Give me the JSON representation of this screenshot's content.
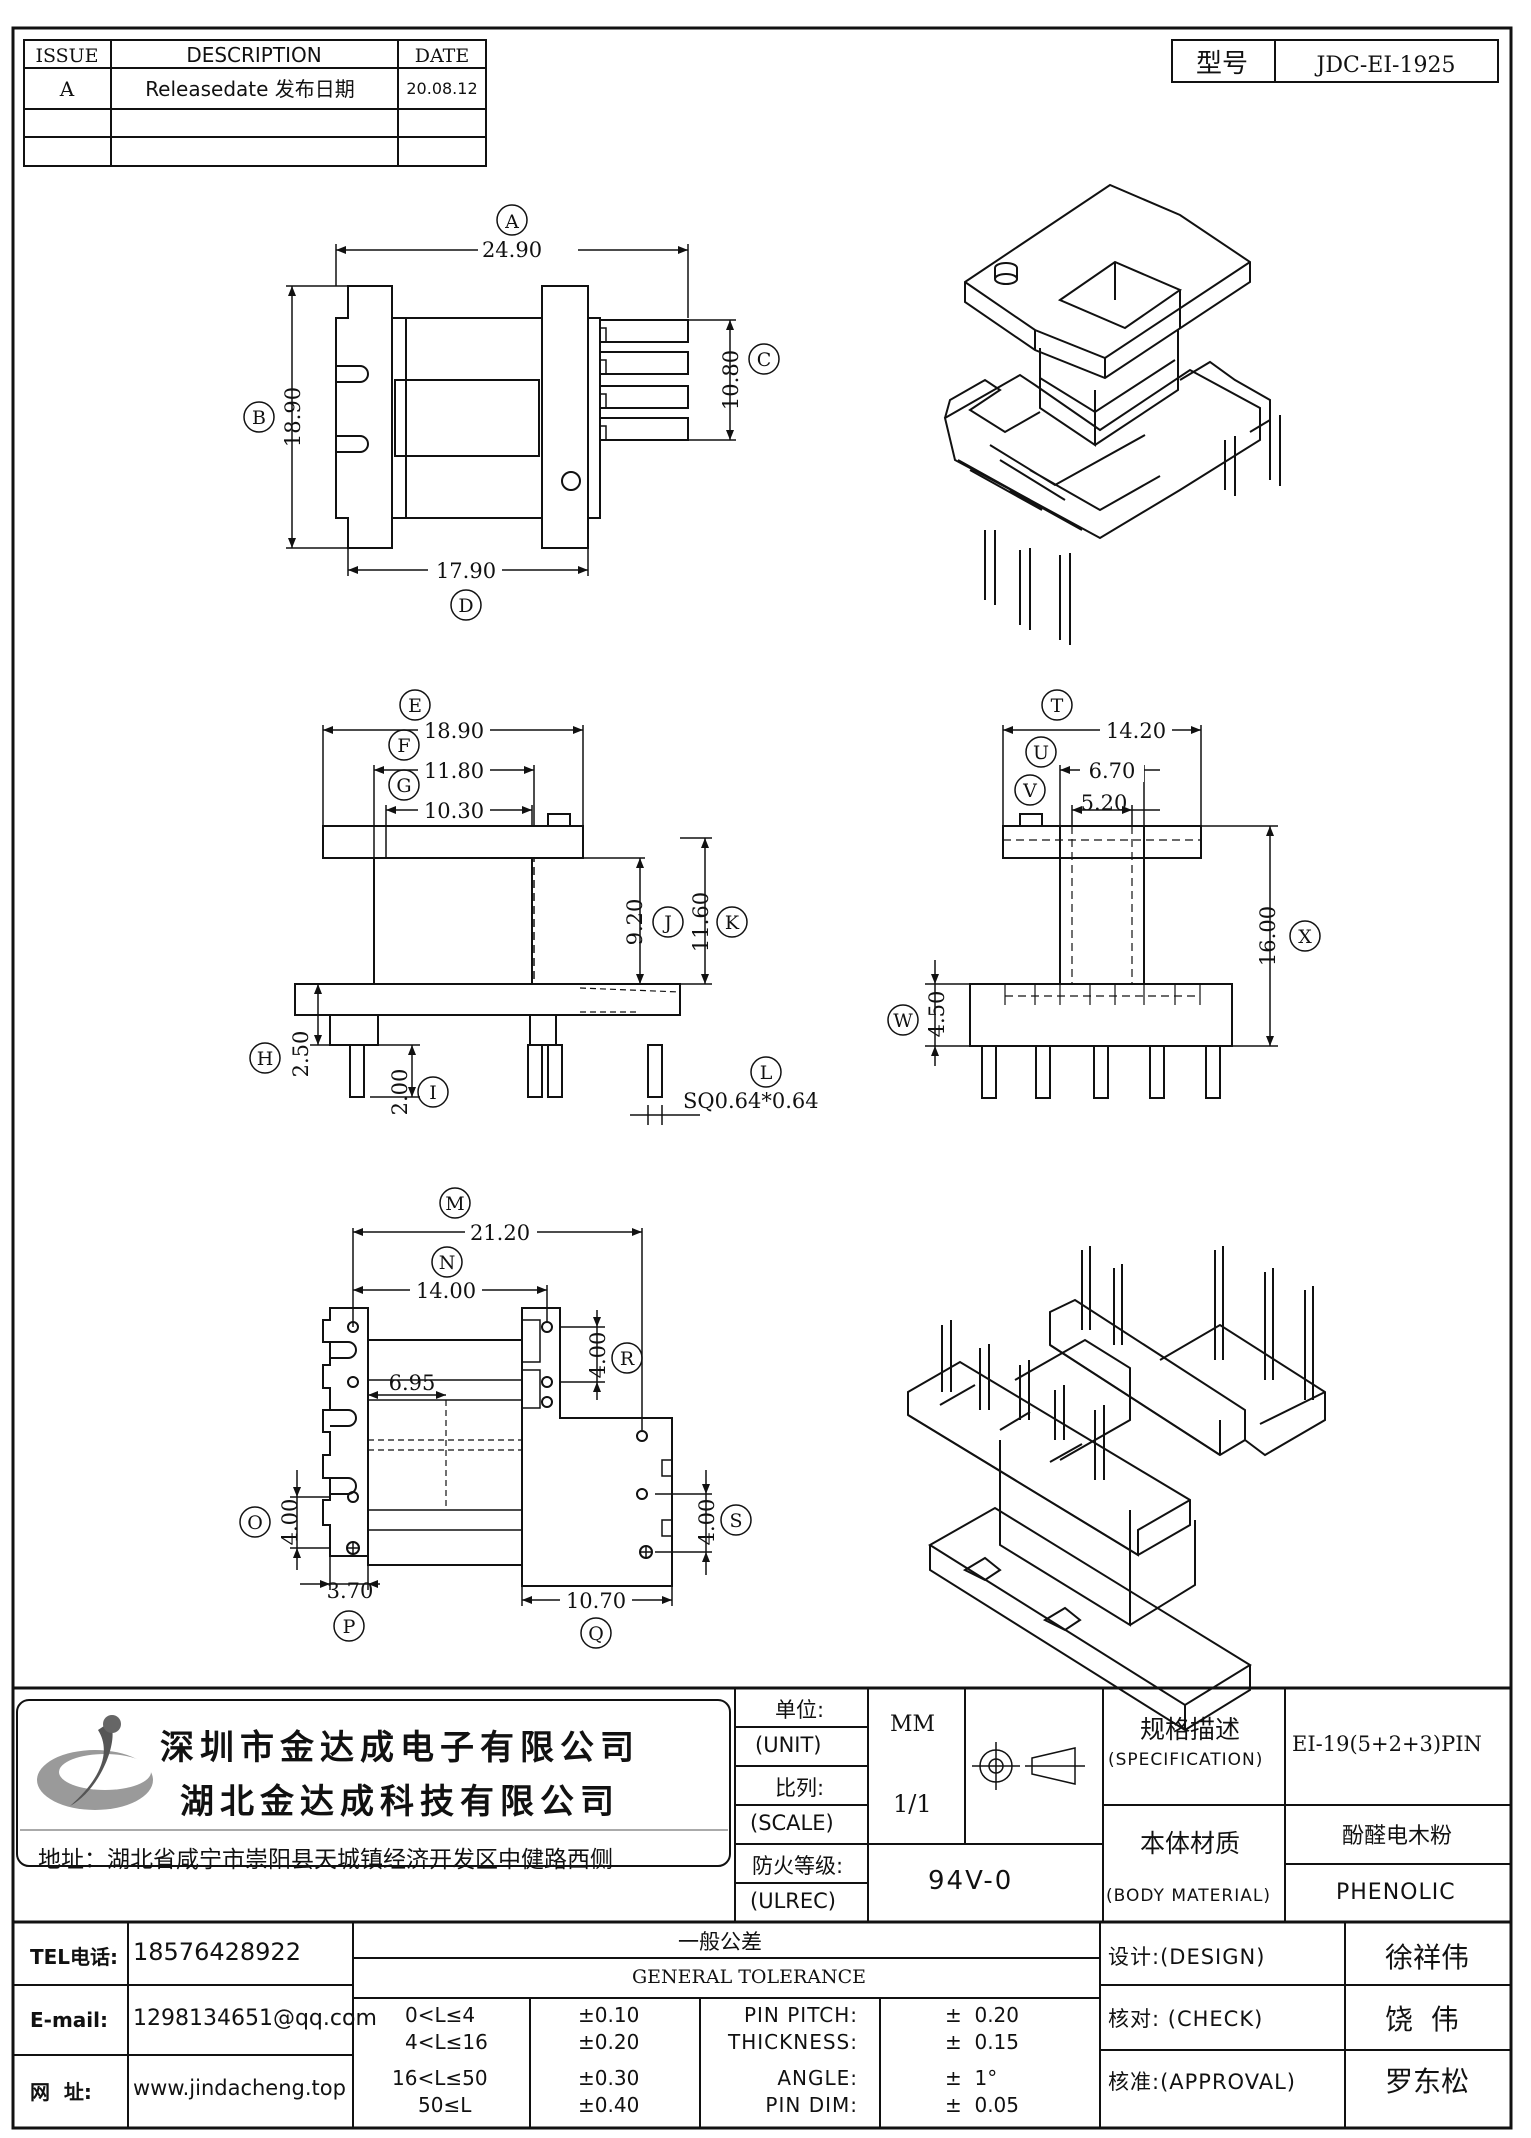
{
  "revision": {
    "headers": {
      "issue": "ISSUE",
      "description": "DESCRIPTION",
      "date": "DATE"
    },
    "rows": [
      {
        "issue": "A",
        "description": "Releasedate 发布日期",
        "date": "20.08.12"
      }
    ]
  },
  "model": {
    "label": "型号",
    "value": "JDC-EI-1925"
  },
  "top_view": {
    "A": "24.90",
    "B": "18.90",
    "C": "10.80",
    "D": "17.90"
  },
  "front_view": {
    "E": "18.90",
    "F": "11.80",
    "G": "10.30",
    "H": "2.50",
    "I": "2.00",
    "J": "9.20",
    "K": "11.60",
    "L": "SQ0.64*0.64"
  },
  "side_view": {
    "T": "14.20",
    "U": "6.70",
    "V": "5.20",
    "W": "4.50",
    "X": "16.00"
  },
  "bottom_view": {
    "M": "21.20",
    "N": "14.00",
    "center": "6.95",
    "R": "4.00",
    "O": "4.00",
    "S": "4.00",
    "P": "3.70",
    "Q": "10.70"
  },
  "circle_letters": [
    "A",
    "B",
    "C",
    "D",
    "E",
    "F",
    "G",
    "H",
    "I",
    "J",
    "K",
    "L",
    "T",
    "U",
    "V",
    "W",
    "X",
    "M",
    "N",
    "O",
    "P",
    "Q",
    "R",
    "S"
  ],
  "company": {
    "name1": "深圳市金达成电子有限公司",
    "name2": "湖北金达成科技有限公司",
    "address": "地址：湖北省咸宁市崇阳县天城镇经济开发区中健路西侧"
  },
  "title_block": {
    "unit_cn": "单位:",
    "unit_en": "(UNIT)",
    "unit_val": "MM",
    "scale_cn": "比列:",
    "scale_en": "(SCALE)",
    "scale_val": "1/1",
    "fire_cn": "防火等级:",
    "fire_en": "(ULREC)",
    "fire_val": "94V-0",
    "spec_cn": "规格描述",
    "spec_en": "(SPECIFICATION)",
    "spec_val": "EI-19(5+2+3)PIN",
    "material_cn": "本体材质",
    "material_en": "(BODY MATERIAL)",
    "material_val_cn": "酚醛电木粉",
    "material_val_en": "PHENOLIC"
  },
  "contact": {
    "tel_label": "TEL电话:",
    "tel": "18576428922",
    "email_label": "E-mail:",
    "email": "1298134651@qq.com",
    "web_label": "网  址:",
    "web": "www.jindacheng.top"
  },
  "tolerance": {
    "title_cn": "一般公差",
    "title_en": "GENERAL TOLERANCE",
    "ranges": [
      {
        "range": "0<L≤4",
        "tol": "±0.10"
      },
      {
        "range": "4<L≤16",
        "tol": "±0.20"
      },
      {
        "range": "16<L≤50",
        "tol": "±0.30"
      },
      {
        "range": "50≤L",
        "tol": "±0.40"
      }
    ],
    "params": [
      {
        "name": "PIN PITCH:",
        "val": "±  0.20"
      },
      {
        "name": "THICKNESS:",
        "val": "±  0.15"
      },
      {
        "name": "ANGLE:",
        "val": "±  1°"
      },
      {
        "name": "PIN DIM:",
        "val": "±  0.05"
      }
    ]
  },
  "approval": {
    "design_label": "设计:(DESIGN)",
    "design": "徐祥伟",
    "check_label": "核对: (CHECK)",
    "check": "饶  伟",
    "approve_label": "核准:(APPROVAL)",
    "approve": "罗东松"
  }
}
